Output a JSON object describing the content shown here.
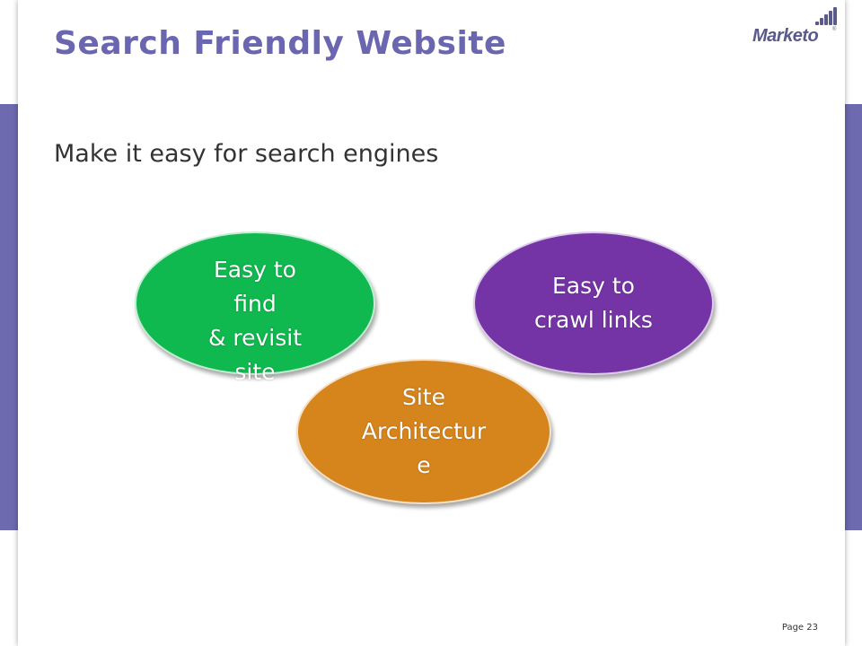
{
  "slide": {
    "title": "Search Friendly Website",
    "subtitle": "Make it easy for search engines",
    "logo_text": "Marketo",
    "logo_reg": "®",
    "page_label": "Page",
    "page_number": "23"
  },
  "ovals": {
    "find": {
      "lines": [
        "Easy to",
        "find",
        "& revisit",
        "site"
      ],
      "color": "#10b94f"
    },
    "crawl": {
      "lines": [
        "Easy to",
        "crawl links"
      ],
      "color": "#7434a6"
    },
    "architecture": {
      "lines": [
        "Site",
        "Architectur",
        "e"
      ],
      "color": "#d6851d"
    }
  },
  "colors": {
    "accent": "#6a66b0",
    "side_bar": "#6e6ab0"
  }
}
